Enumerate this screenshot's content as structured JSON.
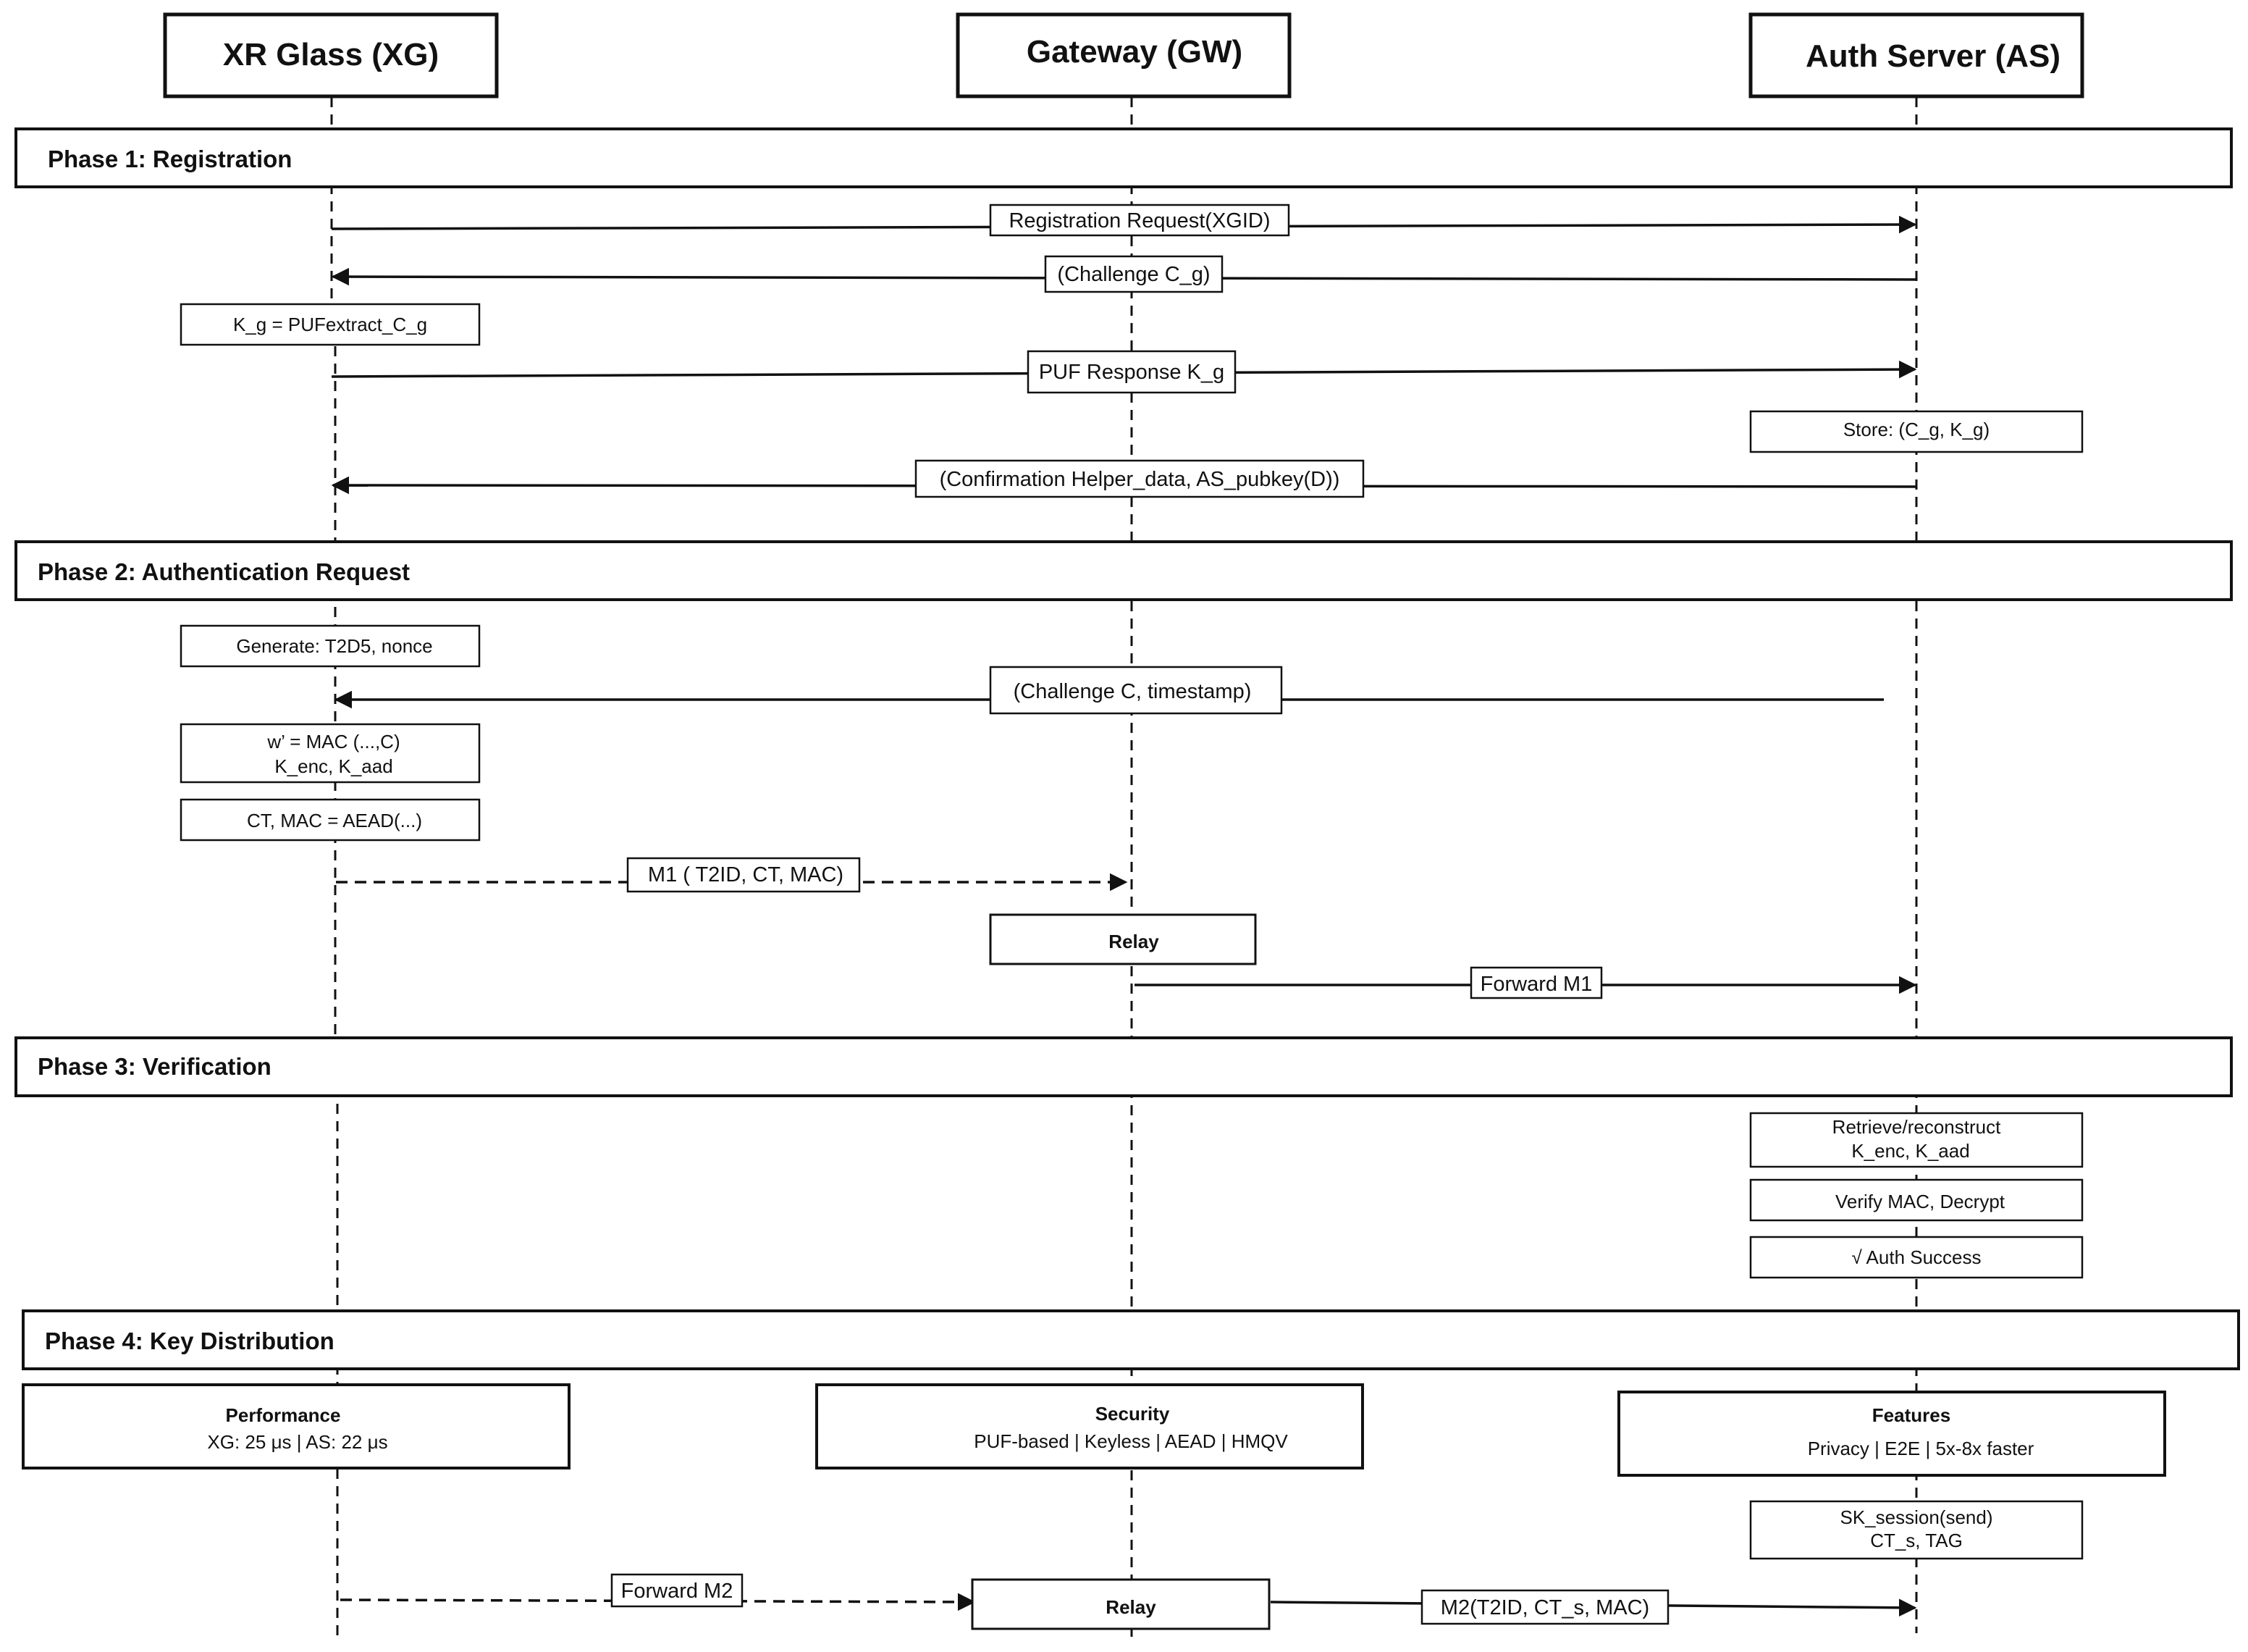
{
  "actors": {
    "xg": "XR Glass (XG)",
    "gw": "Gateway (GW)",
    "as": "Auth Server (AS)"
  },
  "phases": {
    "p1": "Phase 1: Registration",
    "p2": "Phase 2: Authentication Request",
    "p3": "Phase 3: Verification",
    "p4": "Phase 4: Key Distribution"
  },
  "messages": {
    "reg_request": "Registration Request(XGID)",
    "challenge_cg": "(Challenge C_g)",
    "puf_response": "PUF Response K_g",
    "confirmation": "(Confirmation Helper_data, AS_pubkey(D))",
    "challenge_c": "(Challenge C, timestamp)",
    "m1": "M1 ( T2ID, CT, MAC)",
    "forward_m1": "Forward M1",
    "forward_m2": "Forward M2",
    "m2": "M2(T2ID, CT_s, MAC)"
  },
  "notes": {
    "kg_extract": "K_g = PUFextract_C_g",
    "store": "Store: (C_g, K_g)",
    "generate": "Generate: T2D5, nonce",
    "w_mac_1": "w’ = MAC (...,C)",
    "w_mac_2": "K_enc, K_aad",
    "ct_mac": "CT, MAC = AEAD(...)",
    "relay_1": "Relay",
    "retrieve_1": "Retrieve/reconstruct",
    "retrieve_2": "K_enc, K_aad",
    "verify": "Verify MAC, Decrypt",
    "auth_success": "√ Auth Success",
    "sk_session_1": "SK_session(send)",
    "sk_session_2": "CT_s, TAG",
    "relay_2": "Relay"
  },
  "summary": {
    "performance_title": "Performance",
    "performance_body": "XG: 25 μs | AS: 22 μs",
    "security_title": "Security",
    "security_body": "PUF-based | Keyless | AEAD | HMQV",
    "features_title": "Features",
    "features_body": "Privacy | E2E | 5x-8x faster"
  }
}
